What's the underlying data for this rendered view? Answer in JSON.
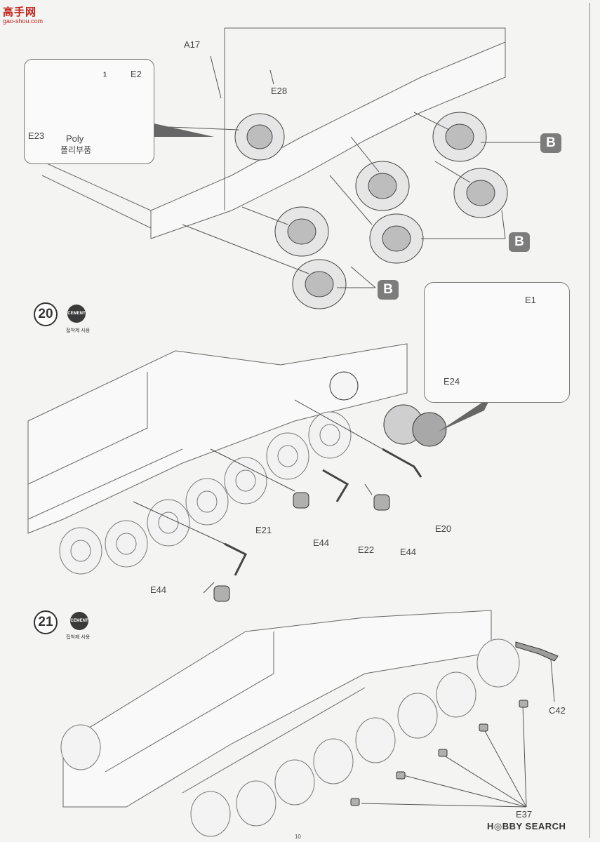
{
  "watermark": {
    "logo_text": "高手网",
    "url": "gao-shou.com"
  },
  "labels": {
    "a17": "A17",
    "e28": "E28",
    "e2": "E2",
    "e23": "E23",
    "poly": "Poly",
    "poly_kr": "폴리부품",
    "marker_1": "1",
    "b": "B",
    "e1": "E1",
    "e24": "E24",
    "e21": "E21",
    "e44": "E44",
    "e22": "E22",
    "e20": "E20",
    "c42": "C42",
    "e37": "E37"
  },
  "steps": {
    "s20": {
      "number": "20",
      "cement": "CEMENT",
      "cement_kr": "접착제 사용"
    },
    "s21": {
      "number": "21",
      "cement": "CEMENT",
      "cement_kr": "접착제 사용"
    }
  },
  "footer": {
    "page_number": "10",
    "brand": "H◎BBY SEARCH"
  }
}
